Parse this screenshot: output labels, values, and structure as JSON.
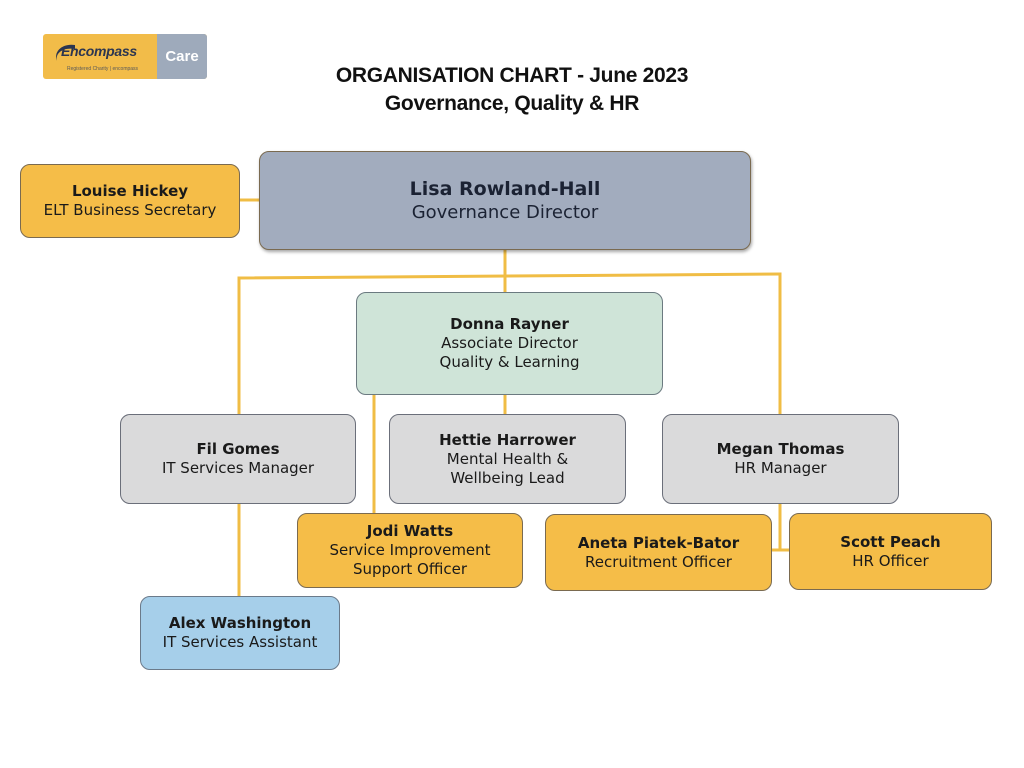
{
  "logo": {
    "name": "Encompass",
    "care": "Care",
    "tagline": "Registered Charity  |  encompass"
  },
  "title": {
    "line1": "ORGANISATION CHART  - June  2023",
    "line2": "Governance, Quality & HR"
  },
  "colors": {
    "orange": "#f5bd48",
    "gray": "#dadadb",
    "mint": "#cfe4d8",
    "blue": "#a6cfea",
    "slate": "#a2acbe",
    "connector": "#f0bd45"
  },
  "people": {
    "director": {
      "name": "Lisa Rowland-Hall",
      "role": "Governance Director"
    },
    "secretary": {
      "name": "Louise Hickey",
      "role": "ELT Business Secretary"
    },
    "associate": {
      "name": "Donna Rayner",
      "role1": "Associate Director",
      "role2": "Quality & Learning"
    },
    "it_manager": {
      "name": "Fil Gomes",
      "role": "IT Services Manager"
    },
    "mh_lead": {
      "name": "Hettie Harrower",
      "role1": "Mental Health &",
      "role2": "Wellbeing Lead"
    },
    "hr_manager": {
      "name": "Megan Thomas",
      "role": "HR Manager"
    },
    "si_officer": {
      "name": "Jodi Watts",
      "role1": "Service Improvement",
      "role2": "Support Officer"
    },
    "recruitment": {
      "name": "Aneta Piatek-Bator",
      "role": "Recruitment Officer"
    },
    "hr_officer": {
      "name": "Scott Peach",
      "role": "HR Officer"
    },
    "it_assistant": {
      "name": "Alex Washington",
      "role": "IT Services Assistant"
    }
  }
}
